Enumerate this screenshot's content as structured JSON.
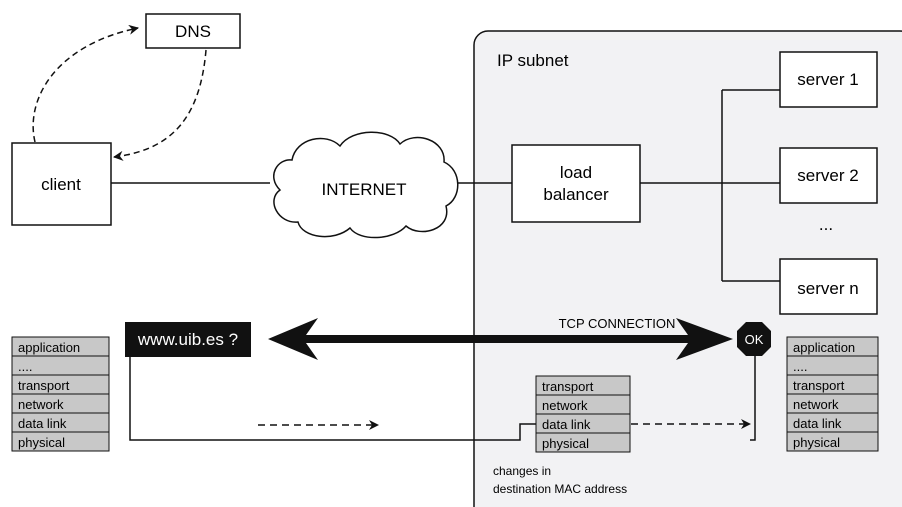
{
  "nodes": {
    "dns": "DNS",
    "client": "client",
    "internet": "INTERNET",
    "load_balancer": [
      "load",
      "balancer"
    ],
    "server_1": "server 1",
    "server_2": "server 2",
    "servers_ellipsis": "...",
    "server_n": "server n"
  },
  "subnet_label": "IP subnet",
  "query_label": "www.uib.es ?",
  "tcp_label": "TCP CONNECTION",
  "ok_label": "OK",
  "stacks": {
    "client": [
      "application",
      "....",
      "transport",
      "network",
      "data link",
      "physical"
    ],
    "balancer": [
      "transport",
      "network",
      "data link",
      "physical"
    ],
    "server": [
      "application",
      "....",
      "transport",
      "network",
      "data link",
      "physical"
    ]
  },
  "note_lines": [
    "changes in",
    "destination MAC address"
  ],
  "colors": {
    "subnet_fill": "#f2f2f4",
    "layer_fill": "#c8c8c8",
    "black": "#111111"
  }
}
